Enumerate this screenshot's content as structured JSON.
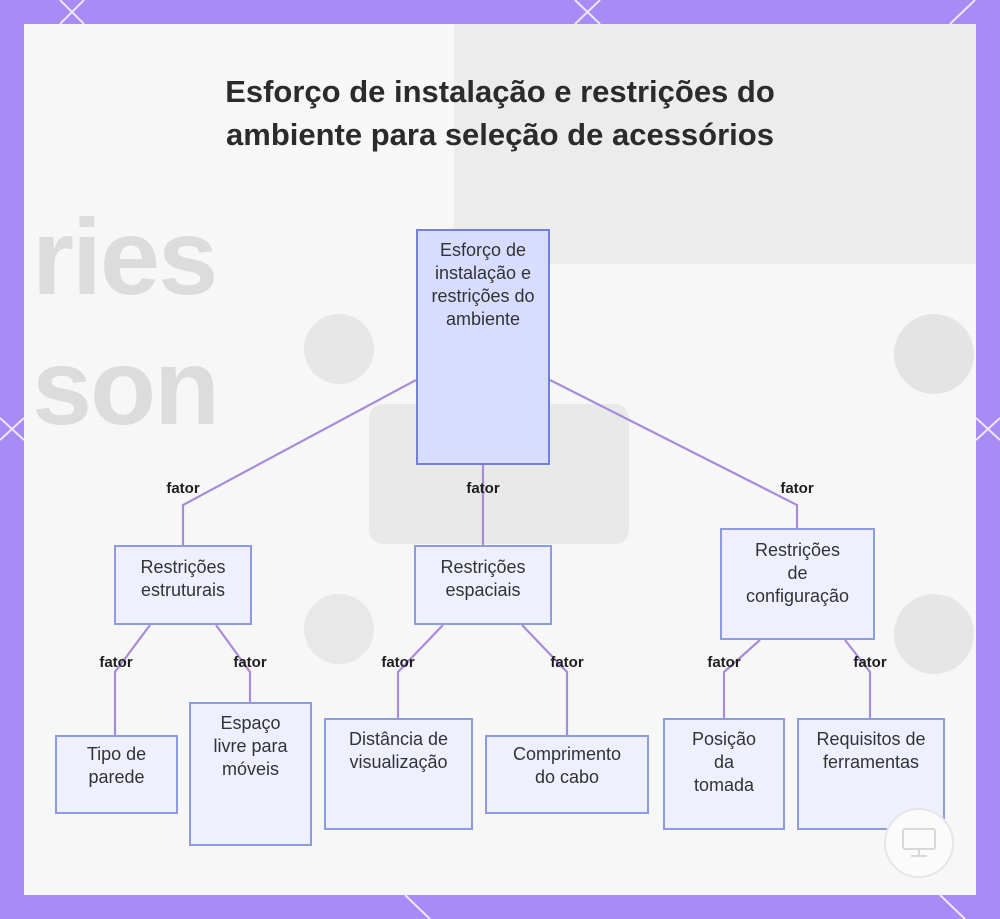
{
  "title": "Esforço de instalação e restrições do ambiente para seleção de acessórios",
  "background_text": [
    "ries",
    "son"
  ],
  "colors": {
    "frame": "#a98bf5",
    "node_fill": "#eef0ff",
    "node_border": "#8f9be0",
    "root_fill": "#d8dcff",
    "edge": "#a98bdc"
  },
  "nodes": {
    "root": "Esforço de instalação e restrições do ambiente",
    "estruturais": "Restrições estruturais",
    "espaciais": "Restrições espaciais",
    "configuracao": "Restrições de configuração",
    "tipo_parede": "Tipo de parede",
    "espaco_livre": "Espaço livre para móveis",
    "distancia": "Distância de visualização",
    "comprimento": "Comprimento do cabo",
    "posicao": "Posição da tomada",
    "requisitos": "Requisitos de ferramentas"
  },
  "edge_label": "fator",
  "badge_icon": "monitor-logo-icon"
}
